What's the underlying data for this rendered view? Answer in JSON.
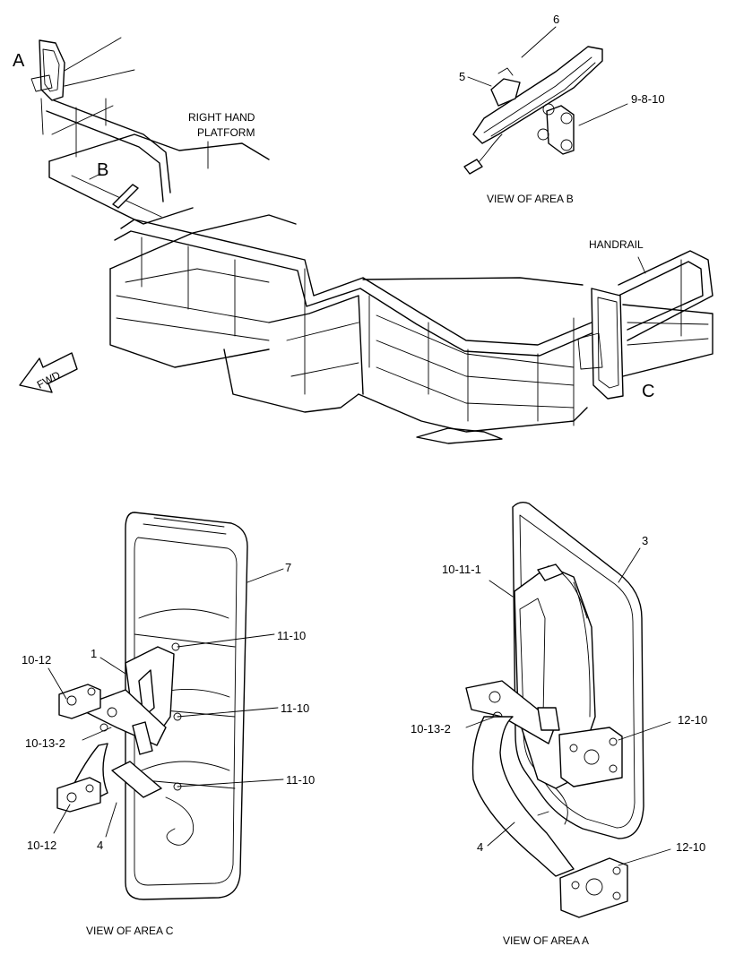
{
  "overview": {
    "area_a": "A",
    "area_b": "B",
    "area_c": "C",
    "right_hand_platform_line1": "RIGHT HAND",
    "right_hand_platform_line2": "PLATFORM",
    "handrail": "HANDRAIL",
    "fwd": "FWD"
  },
  "view_b": {
    "caption": "VIEW OF AREA B",
    "callouts": [
      "6",
      "5",
      "9-8-10"
    ]
  },
  "view_c": {
    "caption": "VIEW OF AREA C",
    "callouts": [
      "7",
      "1",
      "11-10",
      "11-10",
      "11-10",
      "10-12",
      "10-13-2",
      "10-12",
      "4"
    ]
  },
  "view_a": {
    "caption": "VIEW OF AREA A",
    "callouts": [
      "3",
      "10-11-1",
      "10-13-2",
      "12-10",
      "4",
      "12-10"
    ]
  }
}
